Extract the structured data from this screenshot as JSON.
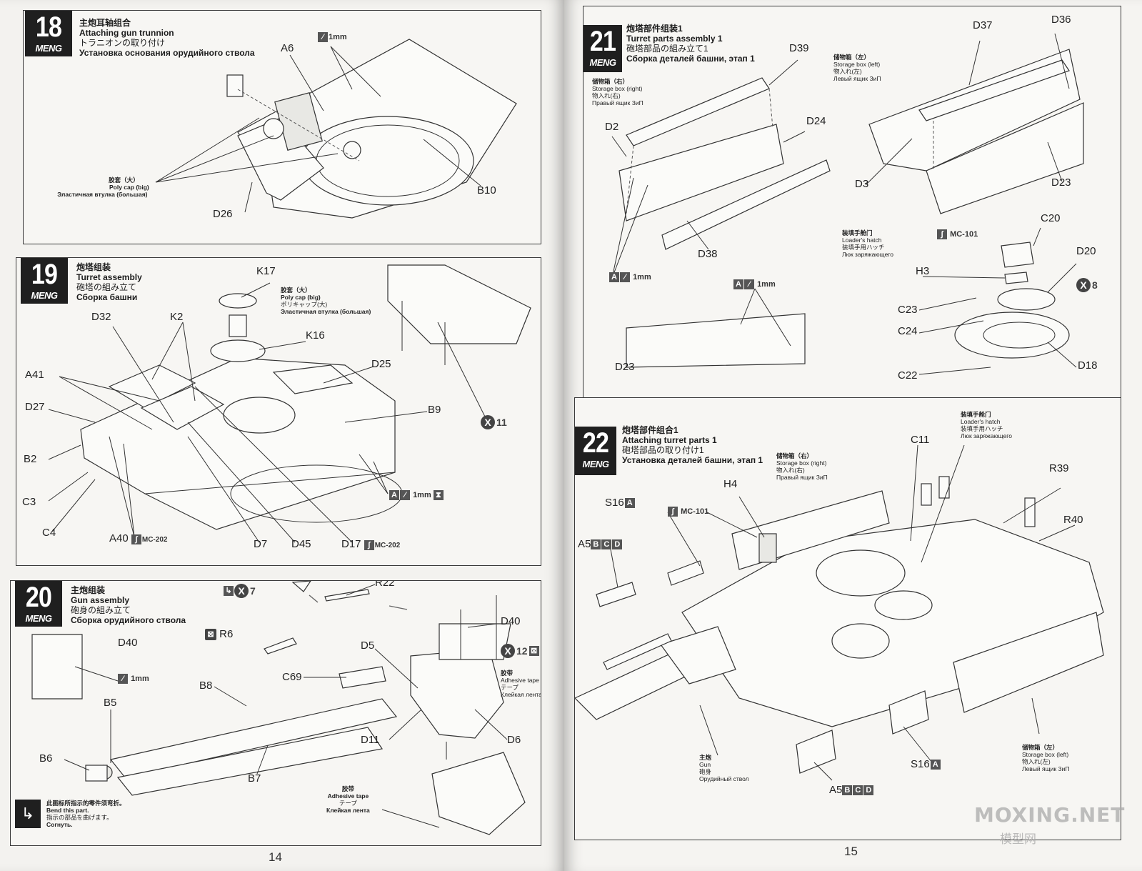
{
  "pages": {
    "left_number": "14",
    "right_number": "15"
  },
  "brand": "MENG",
  "watermark": {
    "text": "MOXING.NET",
    "sub": "模型网"
  },
  "step18": {
    "number": "18",
    "title_cn": "主炮耳轴组合",
    "title_en": "Attaching gun trunnion",
    "title_jp": "トラニオンの取り付け",
    "title_ru": "Установка основания орудийного ствола",
    "labels": {
      "a6": "A6",
      "b10": "B10",
      "d26": "D26",
      "drill": "1mm"
    },
    "note_cn": "胶套（大）",
    "note_en": "Poly cap (big)",
    "note_ru": "Эластичная втулка (большая)"
  },
  "step19": {
    "number": "19",
    "title_cn": "炮塔组装",
    "title_en": "Turret assembly",
    "title_jp": "砲塔の組み立て",
    "title_ru": "Сборка башни",
    "labels": {
      "k17": "K17",
      "k16": "K16",
      "k2": "K2",
      "d32": "D32",
      "d25": "D25",
      "a41": "A41",
      "d27": "D27",
      "b9": "B9",
      "b2": "B2",
      "c3": "C3",
      "c4": "C4",
      "a40": "A40",
      "d7": "D7",
      "d45": "D45",
      "d17": "D17",
      "drill": "1mm",
      "mc": "MC-202",
      "mc2": "MC-202",
      "x": "X",
      "xcount": "11",
      "a": "A"
    },
    "note_cn": "胶套（大）",
    "note_en": "Poly cap (big)",
    "note_jp": "ポリキャップ(大)",
    "note_ru": "Эластичная втулка (большая)"
  },
  "step20": {
    "number": "20",
    "title_cn": "主炮组装",
    "title_en": "Gun assembly",
    "title_jp": "砲身の組み立て",
    "title_ru": "Сборка орудийного ствола",
    "labels": {
      "r22": "R22",
      "r6": "R6",
      "d40": "D40",
      "d40b": "D40",
      "d5": "D5",
      "c69": "C69",
      "b8": "B8",
      "b5": "B5",
      "b6": "B6",
      "b7": "B7",
      "d11": "D11",
      "d6": "D6",
      "drill": "1mm",
      "x7": "7",
      "x12": "12"
    },
    "tape_cn": "胶带",
    "tape_en": "Adhesive tape",
    "tape_jp": "テープ",
    "tape_ru": "Клейкая лента",
    "bend_cn": "此图标所指示的零件须弯折。",
    "bend_en": "Bend this part.",
    "bend_jp": "指示の部品を曲げます。",
    "bend_ru": "Согнуть."
  },
  "step21": {
    "number": "21",
    "title_cn": "炮塔部件组装1",
    "title_en": "Turret parts assembly 1",
    "title_jp": "砲塔部品の組み立て1",
    "title_ru": "Сборка деталей башни, этап 1",
    "labels": {
      "d39": "D39",
      "d37": "D37",
      "d36": "D36",
      "d2": "D2",
      "d24": "D24",
      "d3": "D3",
      "d23": "D23",
      "d38": "D38",
      "c20": "C20",
      "d20": "D20",
      "h3": "H3",
      "c23": "C23",
      "c24": "C24",
      "c22": "C22",
      "d18": "D18",
      "d23b": "D23",
      "drill": "1mm",
      "drill2": "1mm",
      "mc": "MC-101",
      "xcount": "8",
      "a": "A"
    },
    "box_right_cn": "储物箱（右）",
    "box_right_en": "Storage box (right)",
    "box_right_jp": "物入れ(右)",
    "box_right_ru": "Правый ящик ЗиП",
    "box_left_cn": "储物箱（左）",
    "box_left_en": "Storage box (left)",
    "box_left_jp": "物入れ(左)",
    "box_left_ru": "Левый ящик ЗиП",
    "hatch_cn": "装填手舱门",
    "hatch_en": "Loader's hatch",
    "hatch_jp": "装填手用ハッチ",
    "hatch_ru": "Люк заряжающего"
  },
  "step22": {
    "number": "22",
    "title_cn": "炮塔部件组合1",
    "title_en": "Attaching turret parts 1",
    "title_jp": "砲塔部品の取り付け1",
    "title_ru": "Установка деталей башни, этап 1",
    "labels": {
      "c11": "C11",
      "r39": "R39",
      "h4": "H4",
      "s16": "S16",
      "s16b": "S16",
      "r40": "R40",
      "a5": "A5",
      "a5b": "A5",
      "mc": "MC-101",
      "a": "A",
      "b": "B",
      "c": "C",
      "d": "D"
    },
    "box_right_cn": "储物箱（右）",
    "box_right_en": "Storage box (right)",
    "box_right_jp": "物入れ(右)",
    "box_right_ru": "Правый ящик ЗиП",
    "box_left_cn": "储物箱（左）",
    "box_left_en": "Storage box (left)",
    "box_left_jp": "物入れ(左)",
    "box_left_ru": "Левый ящик ЗиП",
    "hatch_cn": "装填手舱门",
    "hatch_en": "Loader's hatch",
    "hatch_jp": "装填手用ハッチ",
    "hatch_ru": "Люк заряжающего",
    "gun_cn": "主炮",
    "gun_en": "Gun",
    "gun_jp": "砲身",
    "gun_ru": "Орудийный ствол"
  }
}
